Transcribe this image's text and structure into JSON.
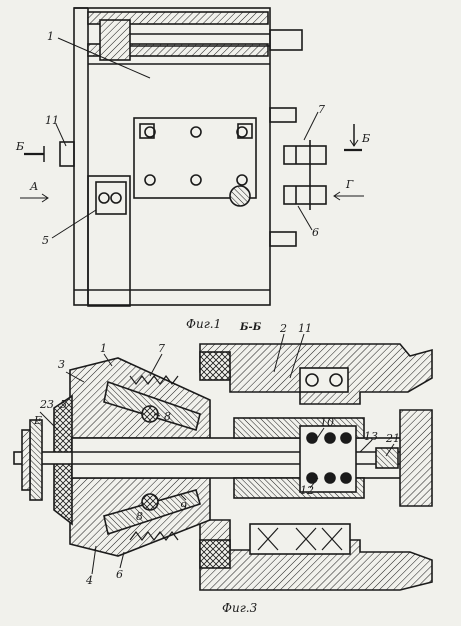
{
  "figure1": {
    "caption": "Фиг.1",
    "labels": {
      "part_1": "1",
      "part_11": "11",
      "part_7": "7",
      "part_5": "5",
      "part_6": "6",
      "section_b_left": "Б",
      "section_b_right": "Б",
      "view_a": "А",
      "view_g": "Г"
    }
  },
  "figure3": {
    "caption": "Фиг.3",
    "section_title": "Б-Б",
    "labels": {
      "part_3": "3",
      "part_1": "1",
      "part_7": "7",
      "part_2": "2",
      "part_11": "11",
      "part_23": "23",
      "part_5": "5",
      "part_E": "Е",
      "part_8_top": "8",
      "part_10": "10",
      "part_13": "13",
      "part_21": "21",
      "part_12": "12",
      "part_9": "9",
      "part_8_bottom": "8",
      "part_4": "4",
      "part_6": "6"
    }
  },
  "colors": {
    "ink": "#1b1b1b",
    "paper": "#f1f1ec"
  }
}
